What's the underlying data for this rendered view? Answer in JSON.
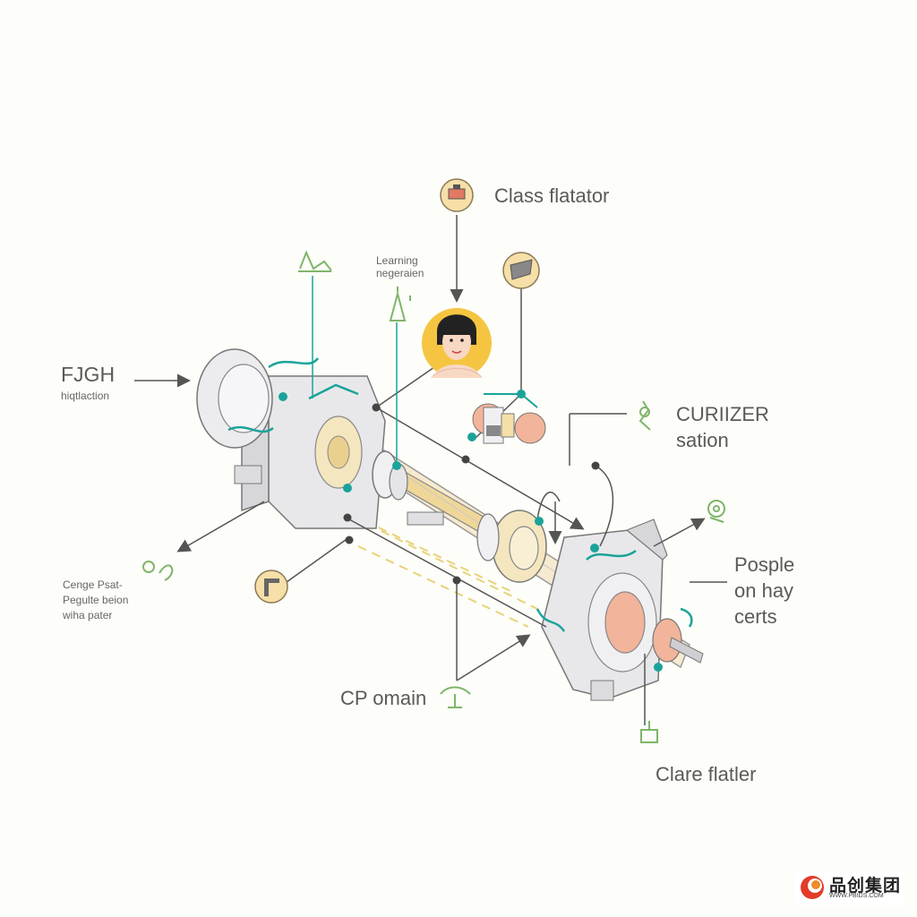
{
  "labels": {
    "class_flatator": "Class flatator",
    "learning_line1": "Learning",
    "learning_line2": "negeraien",
    "fjgh_title": "FJGH",
    "fjgh_sub": "hiqtlaction",
    "curiizer_title": "CURIIZER",
    "curiizer_sub": "sation",
    "cenge_line1": "Cenge Psat-",
    "cenge_line2": "Pegulte beion",
    "cenge_line3": "wiha pater",
    "posple_line1": "Posple",
    "posple_line2": "on hay",
    "posple_line3": "certs",
    "cp_omain": "CP omain",
    "clare_flatler": "Clare flatler"
  },
  "watermark": {
    "brand_text": "品创集团",
    "url": "WWW.PBIDS.COM"
  },
  "colors": {
    "teal": "#1aa39a",
    "line": "#555555",
    "cream": "#f5e3b3",
    "peach": "#f2b49a",
    "yellow": "#f5c542",
    "green_icon": "#7fb56a",
    "body_gray": "#e8e8ea",
    "dashed": "#e8d27a"
  }
}
